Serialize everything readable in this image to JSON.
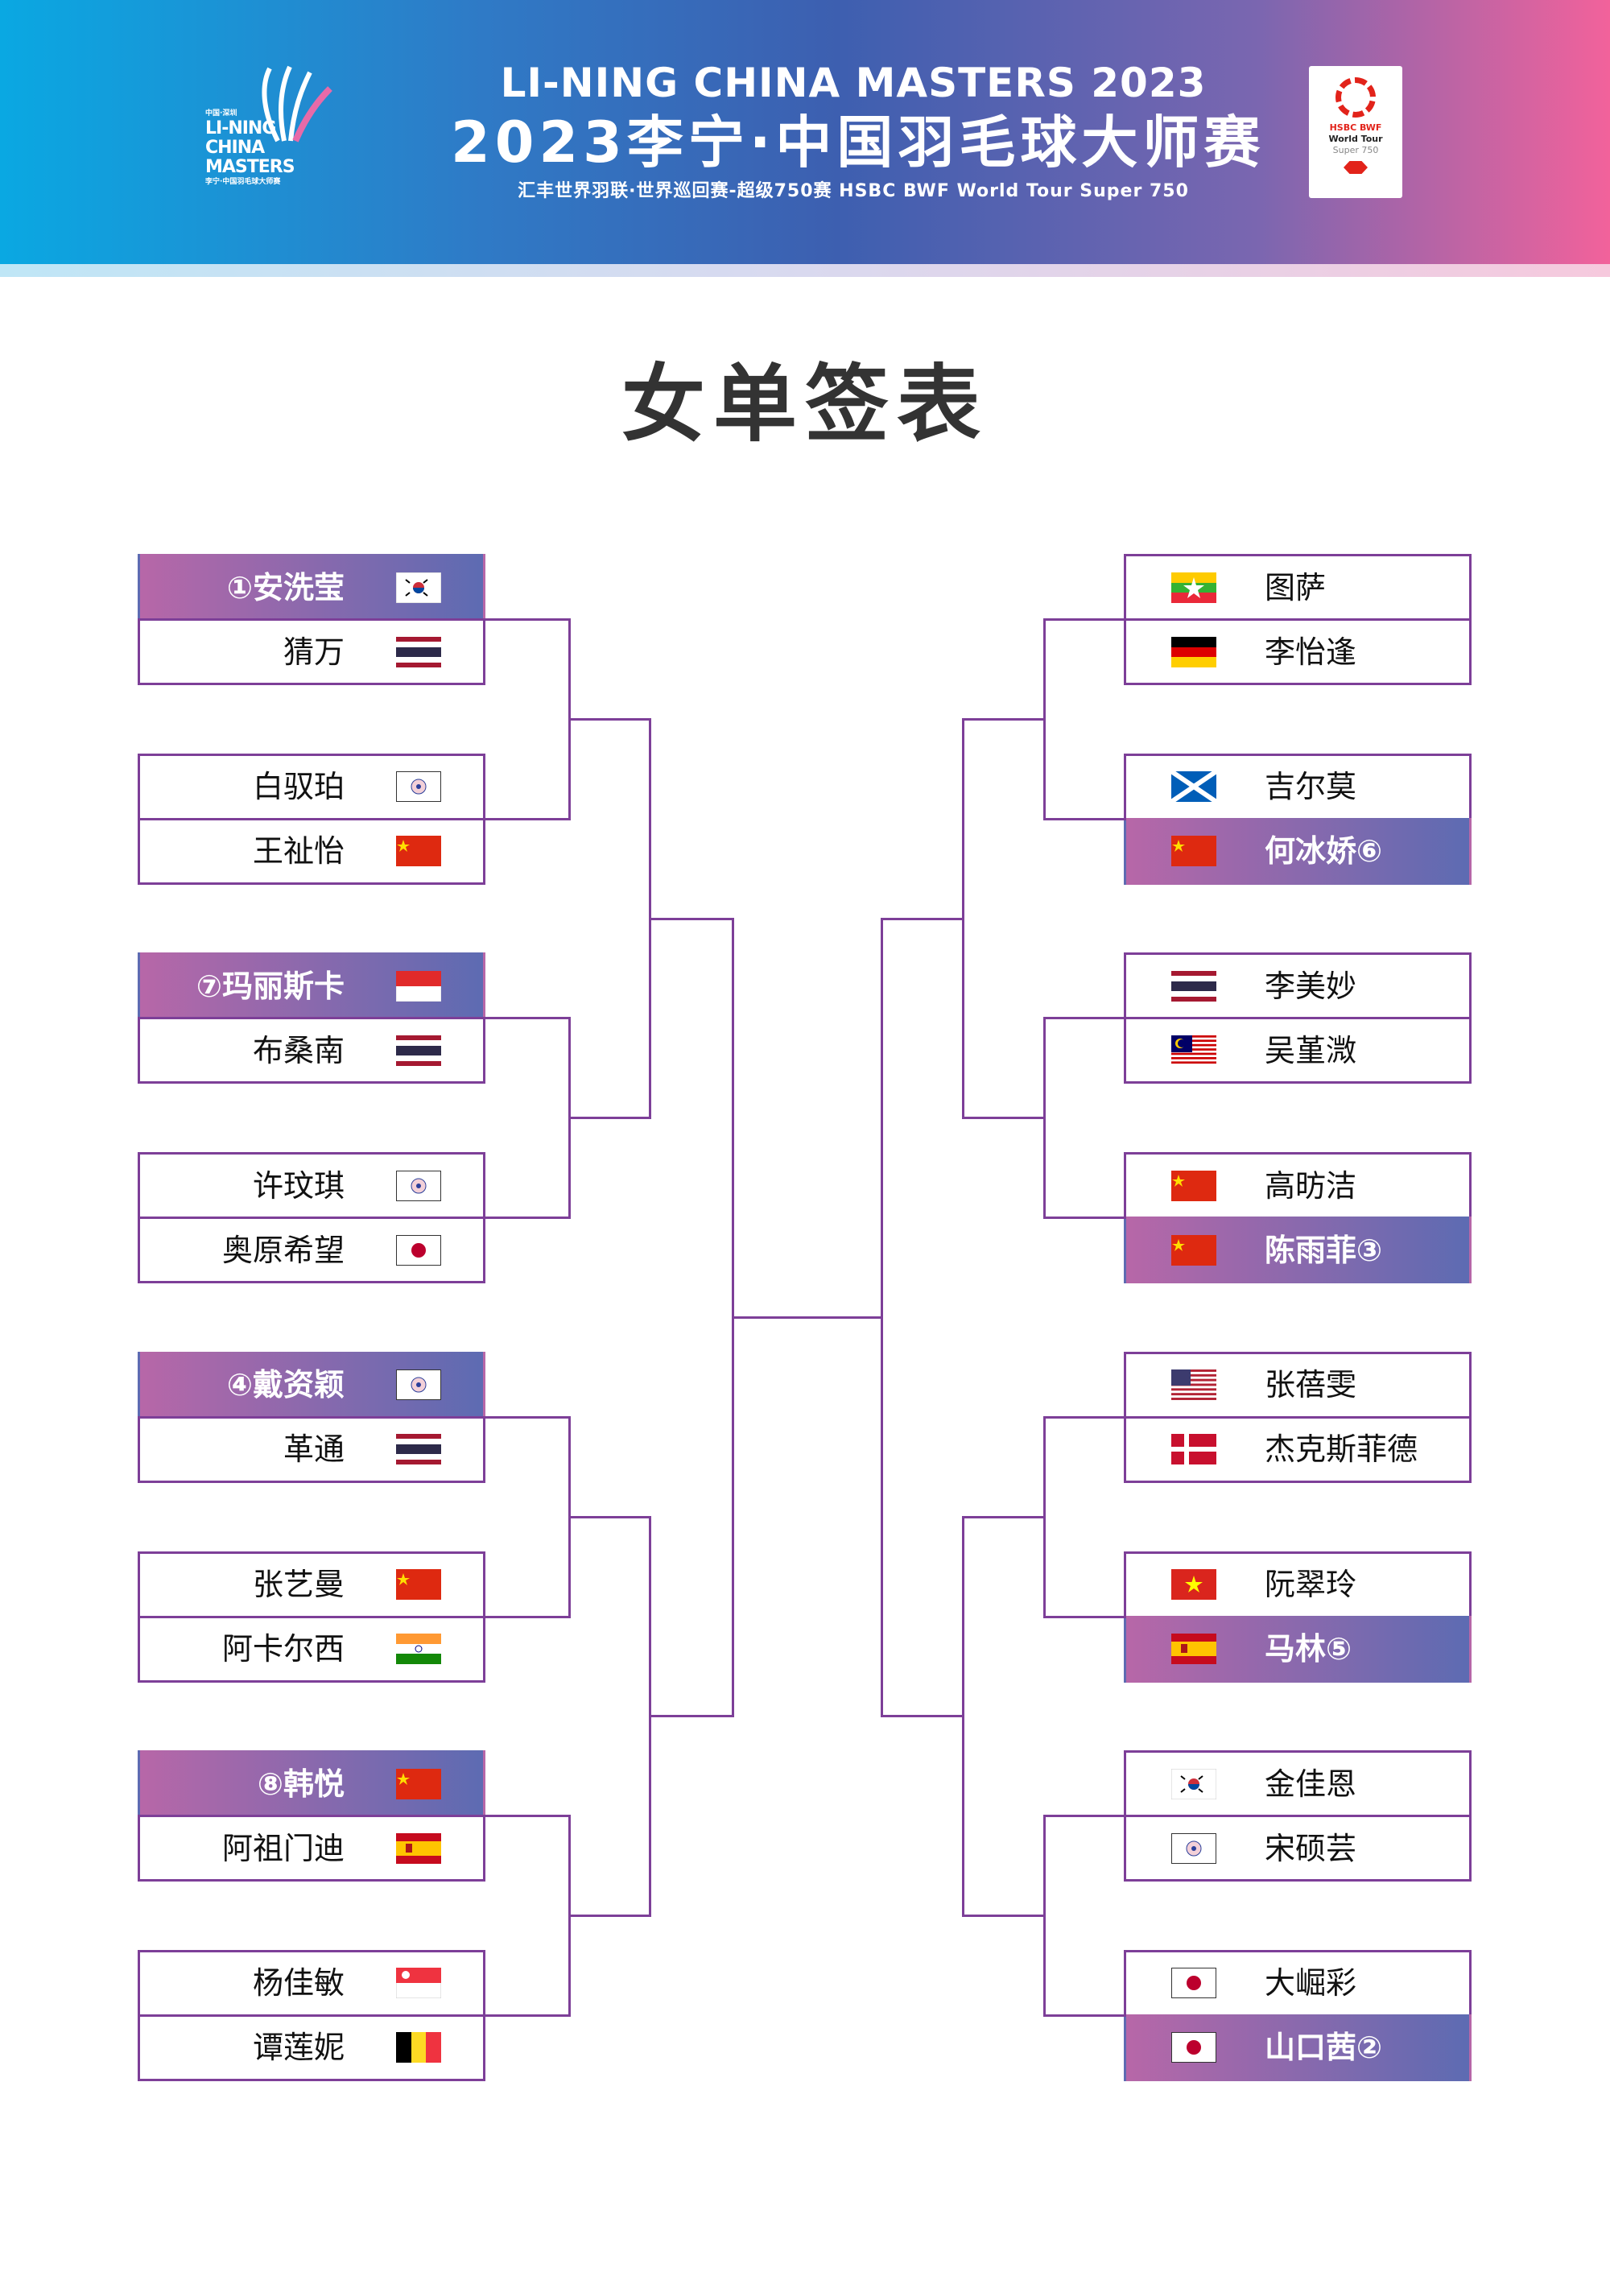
{
  "header": {
    "title_en": "LI-NING CHINA MASTERS 2023",
    "title_cn": "2023李宁·中国羽毛球大师赛",
    "subtitle": "汇丰世界羽联·世界巡回赛-超级750赛   HSBC BWF World Tour Super 750",
    "logo_text": [
      "中国·深圳",
      "LI-NING",
      "CHINA",
      "MASTERS",
      "李宁·中国羽毛球大师赛"
    ],
    "sponsor_text": [
      "HSBC BWF",
      "World Tour",
      "Super 750"
    ]
  },
  "page_title": "女单签表",
  "colors": {
    "line": "#7d3f98",
    "seed_from": "#b767a8",
    "seed_to": "#5d6bb2"
  },
  "left": [
    [
      {
        "name": "①安洗莹",
        "flag": "korea-flag",
        "seeded": true
      },
      {
        "name": "猜万",
        "flag": "thailand-flag"
      }
    ],
    [
      {
        "name": "白驭珀",
        "flag": "chinese-taipei-flag"
      },
      {
        "name": "王祉怡",
        "flag": "china-flag"
      }
    ],
    [
      {
        "name": "⑦玛丽斯卡",
        "flag": "indonesia-flag",
        "seeded": true
      },
      {
        "name": "布桑南",
        "flag": "thailand-flag"
      }
    ],
    [
      {
        "name": "许玟琪",
        "flag": "chinese-taipei-flag"
      },
      {
        "name": "奥原希望",
        "flag": "japan-flag"
      }
    ],
    [
      {
        "name": "④戴资颖",
        "flag": "chinese-taipei-flag",
        "seeded": true
      },
      {
        "name": "革通",
        "flag": "thailand-flag"
      }
    ],
    [
      {
        "name": "张艺曼",
        "flag": "china-flag"
      },
      {
        "name": "阿卡尔西",
        "flag": "india-flag"
      }
    ],
    [
      {
        "name": "⑧韩悦",
        "flag": "china-flag",
        "seeded": true
      },
      {
        "name": "阿祖门迪",
        "flag": "spain-flag"
      }
    ],
    [
      {
        "name": "杨佳敏",
        "flag": "singapore-flag"
      },
      {
        "name": "谭莲妮",
        "flag": "belgium-flag"
      }
    ]
  ],
  "right": [
    [
      {
        "name": "图萨",
        "flag": "myanmar-flag"
      },
      {
        "name": "李怡逢",
        "flag": "germany-flag"
      }
    ],
    [
      {
        "name": "吉尔莫",
        "flag": "scotland-flag"
      },
      {
        "name": "何冰娇⑥",
        "flag": "china-flag",
        "seeded": true
      }
    ],
    [
      {
        "name": "李美妙",
        "flag": "thailand-flag"
      },
      {
        "name": "吴堇溦",
        "flag": "malaysia-flag"
      }
    ],
    [
      {
        "name": "高昉洁",
        "flag": "china-flag"
      },
      {
        "name": "陈雨菲③",
        "flag": "china-flag",
        "seeded": true
      }
    ],
    [
      {
        "name": "张蓓雯",
        "flag": "usa-flag"
      },
      {
        "name": "杰克斯菲德",
        "flag": "denmark-flag"
      }
    ],
    [
      {
        "name": "阮翠玲",
        "flag": "vietnam-flag"
      },
      {
        "name": "马林⑤",
        "flag": "spain-flag",
        "seeded": true
      }
    ],
    [
      {
        "name": "金佳恩",
        "flag": "korea-flag"
      },
      {
        "name": "宋硕芸",
        "flag": "chinese-taipei-flag"
      }
    ],
    [
      {
        "name": "大崛彩",
        "flag": "japan-flag"
      },
      {
        "name": "山口茜②",
        "flag": "japan-flag",
        "seeded": true
      }
    ]
  ]
}
